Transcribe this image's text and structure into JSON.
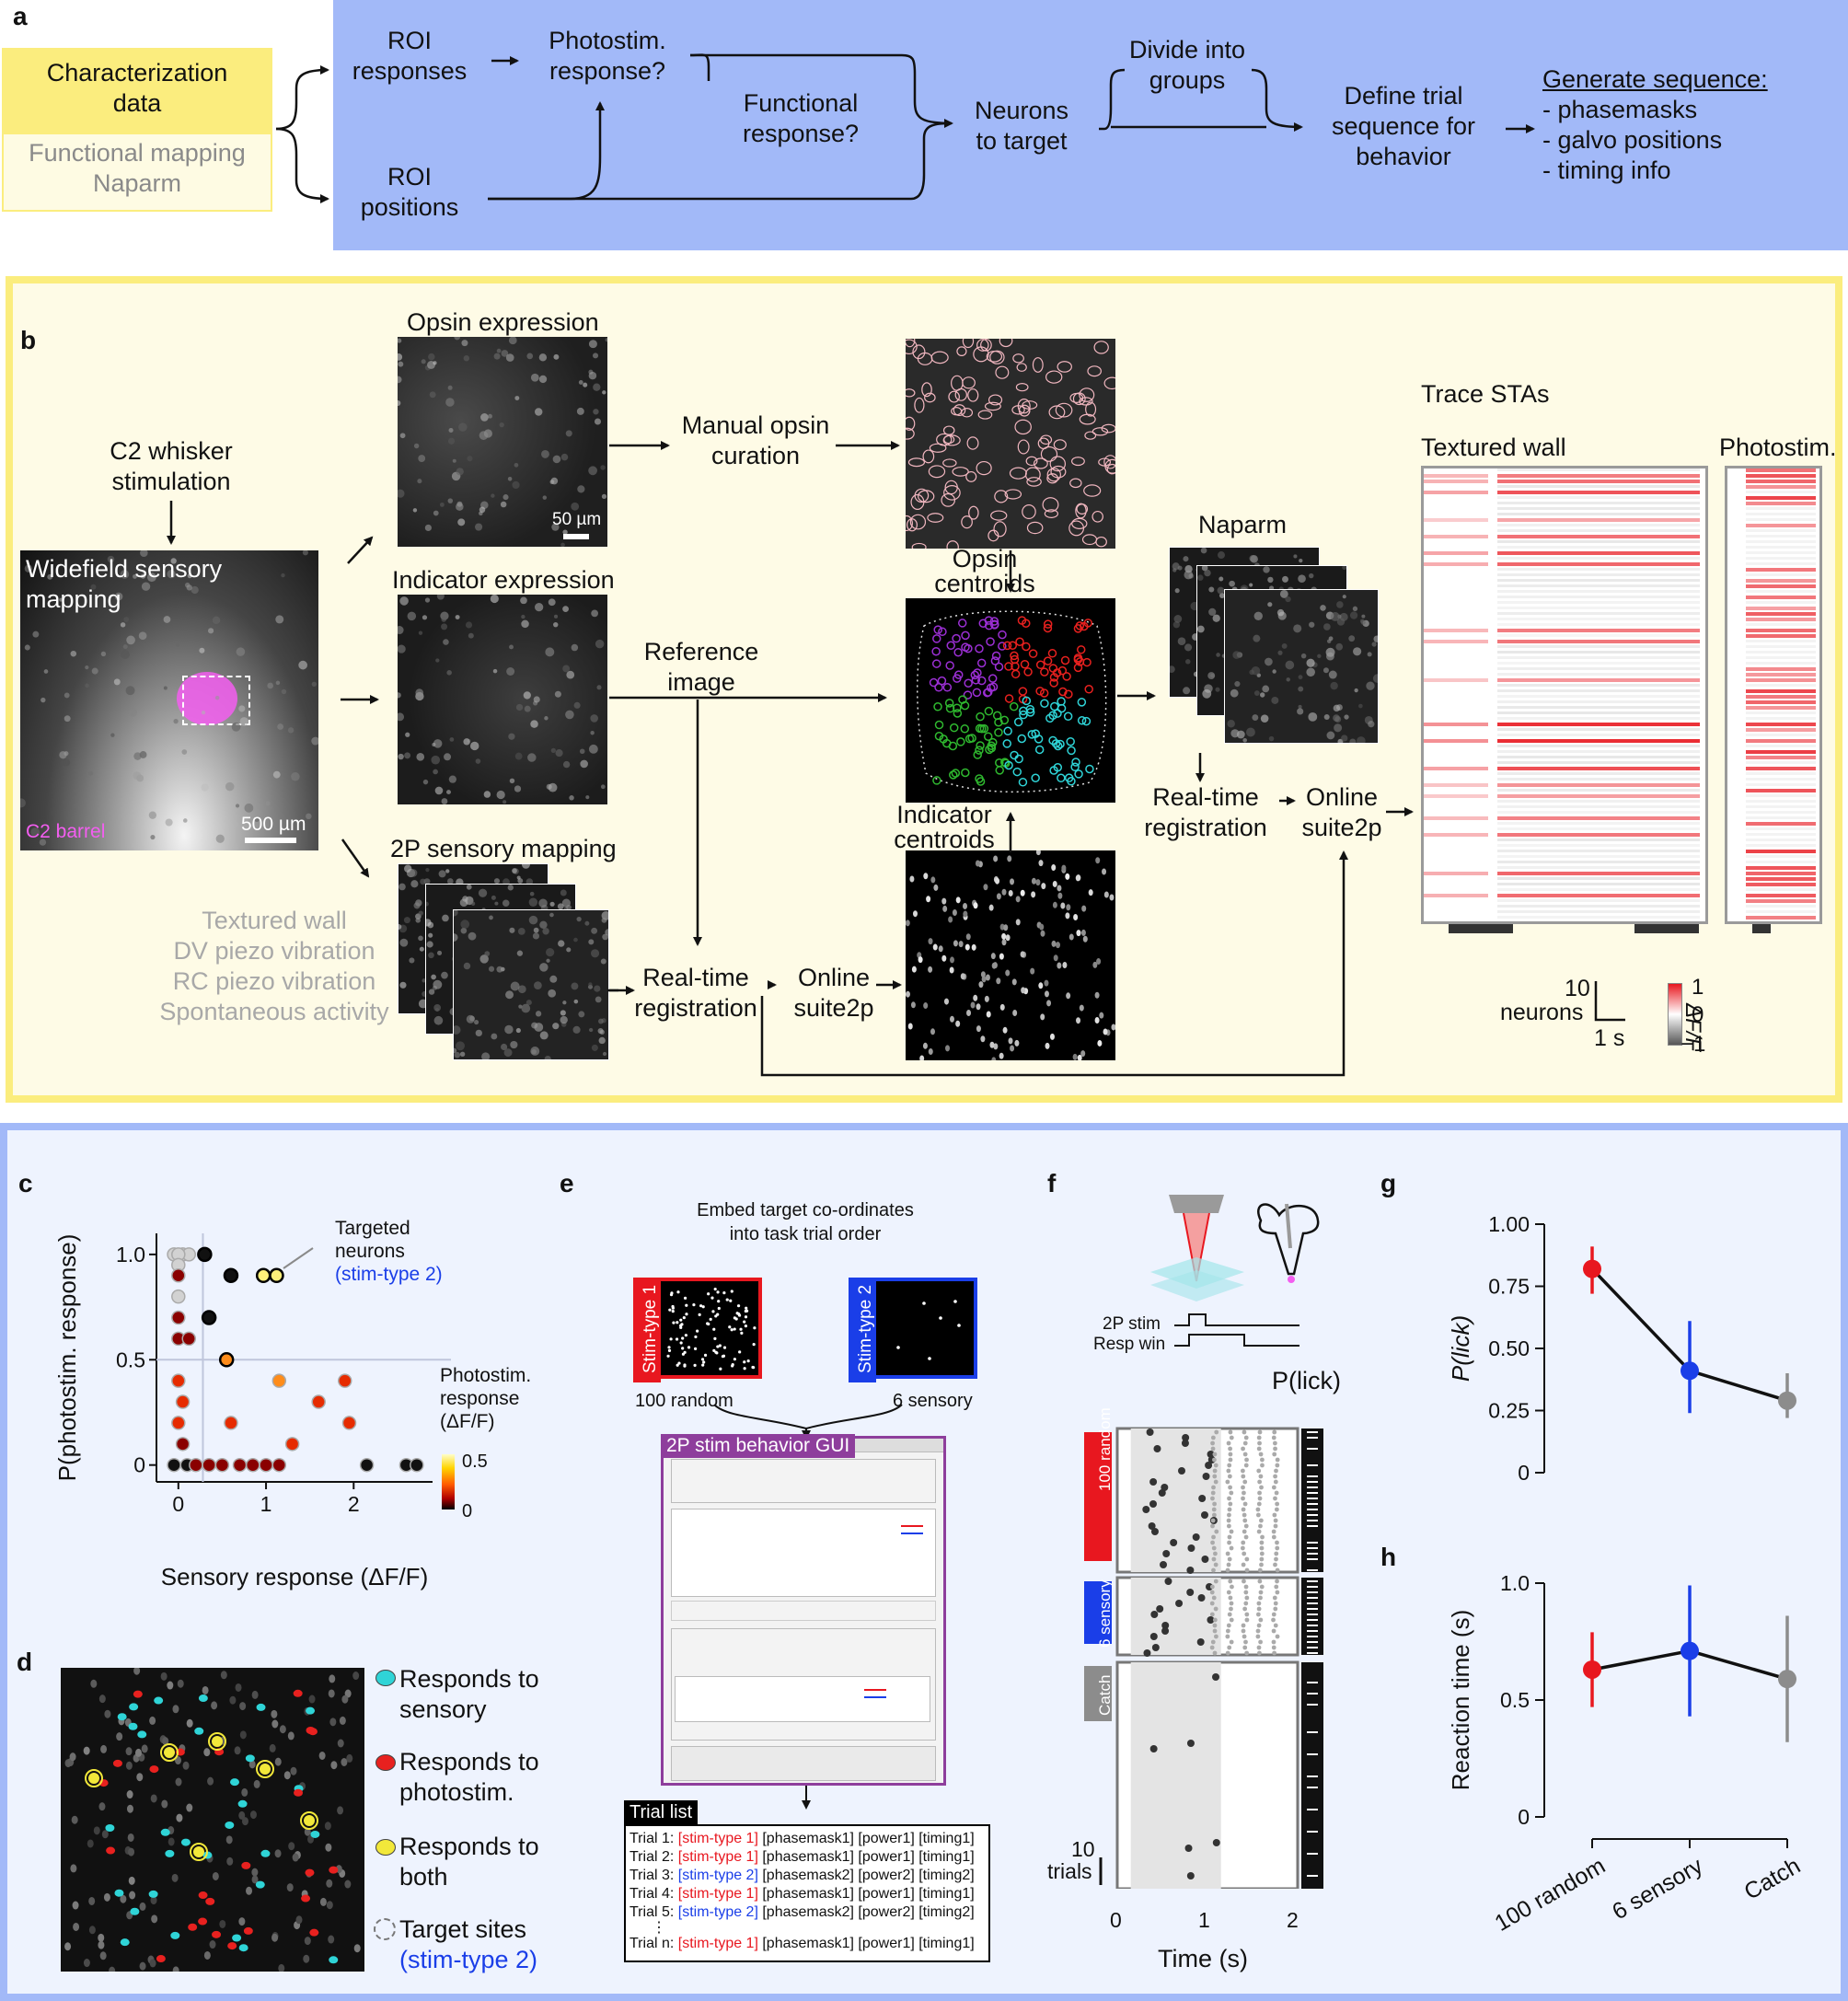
{
  "panel_a": {
    "label": "a",
    "char_data_line1": "Characterization",
    "char_data_line2": "data",
    "sources_line1": "Functional mapping",
    "sources_line2": "Naparm",
    "roi_resp_1": "ROI",
    "roi_resp_2": "responses",
    "roi_pos_1": "ROI",
    "roi_pos_2": "positions",
    "photostim_q_1": "Photostim.",
    "photostim_q_2": "response?",
    "functional_q_1": "Functional",
    "functional_q_2": "response?",
    "neurons_target_1": "Neurons",
    "neurons_target_2": "to target",
    "divide_1": "Divide into",
    "divide_2": "groups",
    "define_1": "Define trial",
    "define_2": "sequence for",
    "define_3": "behavior",
    "gen_title": "Generate sequence:",
    "gen_1": "- phasemasks",
    "gen_2": "- galvo positions",
    "gen_3": "- timing info"
  },
  "panel_b": {
    "label": "b",
    "c2_1": "C2 whisker",
    "c2_2": "stimulation",
    "widefield_1": "Widefield sensory",
    "widefield_2": "mapping",
    "c2_barrel": "C2 barrel",
    "scale_500": "500 µm",
    "opsin_expr": "Opsin expression",
    "scale_50": "50 µm",
    "indicator_expr": "Indicator expression",
    "sensory_2p": "2P sensory mapping",
    "conditions": [
      "Textured wall",
      "DV piezo vibration",
      "RC piezo vibration",
      "Spontaneous activity"
    ],
    "manual_1": "Manual opsin",
    "manual_2": "curation",
    "reference_1": "Reference",
    "reference_2": "image",
    "rt_reg_1": "Real-time",
    "rt_reg_2": "registration",
    "online_1": "Online",
    "online_2": "suite2p",
    "opsin_cent_1": "Opsin",
    "opsin_cent_2": "centroids",
    "ind_cent_1": "Indicator",
    "ind_cent_2": "centroids",
    "naparm": "Naparm",
    "rt_reg2_1": "Real-time",
    "rt_reg2_2": "registration",
    "online2_1": "Online",
    "online2_2": "suite2p",
    "trace_stas": "Trace STAs",
    "textured_wall": "Textured wall",
    "photostim": "Photostim.",
    "scale_10": "10",
    "neurons": "neurons",
    "scale_1s": "1 s",
    "cbar_hi": "1",
    "cbar_mid": "0",
    "cbar_lo": "−1",
    "cbar_label": "ΔF/F"
  },
  "panel_c": {
    "label": "c",
    "annot_1": "Targeted",
    "annot_2": "neurons",
    "annot_3": "(stim-type 2)",
    "legend_1": "Photostim.",
    "legend_2": "response",
    "legend_3": "(ΔF/F)",
    "cbar_hi": "0.5",
    "cbar_lo": "0",
    "chart_data": {
      "type": "scatter",
      "xlabel": "Sensory response (ΔF/F)",
      "ylabel": "P(photostim. response)",
      "xlim": [
        -0.25,
        2.9
      ],
      "ylim": [
        -0.08,
        1.1
      ],
      "xticks": [
        "0",
        "1",
        "2"
      ],
      "yticks": [
        "0",
        "0.5",
        "1.0"
      ],
      "threshold_x": 0.28,
      "threshold_y": 0.5,
      "colorbar_range": [
        0,
        0.5
      ],
      "points": [
        {
          "x": -0.05,
          "y": 1.0,
          "c": 0,
          "t": false
        },
        {
          "x": 0.05,
          "y": 1.0,
          "c": 0,
          "t": false
        },
        {
          "x": 0.12,
          "y": 1.0,
          "c": 0,
          "t": false
        },
        {
          "x": 0.0,
          "y": 1.0,
          "c": 0.02,
          "t": false
        },
        {
          "x": 0.3,
          "y": 1.0,
          "c": 0,
          "t": true
        },
        {
          "x": 0.0,
          "y": 0.95,
          "c": 0.02,
          "t": false
        },
        {
          "x": 0.0,
          "y": 0.9,
          "c": 0.06,
          "t": false
        },
        {
          "x": 0.6,
          "y": 0.9,
          "c": 0,
          "t": true
        },
        {
          "x": 0.97,
          "y": 0.9,
          "c": 0.5,
          "t": true
        },
        {
          "x": 1.12,
          "y": 0.9,
          "c": 0.45,
          "t": true
        },
        {
          "x": 0.0,
          "y": 0.8,
          "c": 0.02,
          "t": false
        },
        {
          "x": 0.35,
          "y": 0.7,
          "c": 0,
          "t": true
        },
        {
          "x": 0.0,
          "y": 0.7,
          "c": 0.05,
          "t": false
        },
        {
          "x": 0.0,
          "y": 0.6,
          "c": 0.06,
          "t": false
        },
        {
          "x": 0.12,
          "y": 0.6,
          "c": 0.06,
          "t": false
        },
        {
          "x": 0.55,
          "y": 0.5,
          "c": 0.3,
          "t": true
        },
        {
          "x": 0.0,
          "y": 0.4,
          "c": 0.2,
          "t": false
        },
        {
          "x": 1.15,
          "y": 0.4,
          "c": 0.28,
          "t": false
        },
        {
          "x": 1.9,
          "y": 0.4,
          "c": 0.25,
          "t": false
        },
        {
          "x": 0.05,
          "y": 0.3,
          "c": 0.22,
          "t": false
        },
        {
          "x": 1.6,
          "y": 0.3,
          "c": 0.2,
          "t": false
        },
        {
          "x": 0.0,
          "y": 0.2,
          "c": 0.22,
          "t": false
        },
        {
          "x": 0.6,
          "y": 0.2,
          "c": 0.25,
          "t": false
        },
        {
          "x": 1.95,
          "y": 0.2,
          "c": 0.22,
          "t": false
        },
        {
          "x": 0.05,
          "y": 0.1,
          "c": 0.08,
          "t": false
        },
        {
          "x": 1.3,
          "y": 0.1,
          "c": 0.15,
          "t": false
        },
        {
          "x": -0.05,
          "y": 0.0,
          "c": 0,
          "t": false
        },
        {
          "x": 0.1,
          "y": 0.0,
          "c": 0.02,
          "t": false
        },
        {
          "x": 0.2,
          "y": 0.0,
          "c": 0.05,
          "t": false
        },
        {
          "x": 0.35,
          "y": 0.0,
          "c": 0.05,
          "t": false
        },
        {
          "x": 0.5,
          "y": 0.0,
          "c": 0.05,
          "t": false
        },
        {
          "x": 0.7,
          "y": 0.0,
          "c": 0.04,
          "t": false
        },
        {
          "x": 0.85,
          "y": 0.0,
          "c": 0.05,
          "t": false
        },
        {
          "x": 1.0,
          "y": 0.0,
          "c": 0.05,
          "t": false
        },
        {
          "x": 1.15,
          "y": 0.0,
          "c": 0.04,
          "t": false
        },
        {
          "x": 2.15,
          "y": 0.0,
          "c": 0,
          "t": false
        },
        {
          "x": 2.6,
          "y": 0.0,
          "c": 0,
          "t": false
        },
        {
          "x": 2.72,
          "y": 0.0,
          "c": 0,
          "t": false
        }
      ]
    }
  },
  "panel_d": {
    "label": "d",
    "leg_1a": "Responds to",
    "leg_1b": "sensory",
    "leg_2a": "Responds to",
    "leg_2b": "photostim.",
    "leg_3a": "Responds to",
    "leg_3b": "both",
    "leg_4a": "Target sites",
    "leg_4b": "(stim-type 2)"
  },
  "panel_e": {
    "label": "e",
    "title_1": "Embed target co-ordinates",
    "title_2": "into task trial order",
    "stim1": "Stim-type 1",
    "stim2": "Stim-type 2",
    "cap1": "100 random",
    "cap2": "6 sensory",
    "gui_title": "2P stim behavior GUI",
    "trial_list_title": "Trial list",
    "trials": [
      {
        "n": "Trial 1:",
        "s": "[stim-type 1]",
        "c": "red",
        "rest": "[phasemask1] [power1] [timing1]"
      },
      {
        "n": "Trial 2:",
        "s": "[stim-type 1]",
        "c": "red",
        "rest": "[phasemask1] [power1] [timing1]"
      },
      {
        "n": "Trial 3:",
        "s": "[stim-type 2]",
        "c": "blue",
        "rest": "[phasemask2] [power2] [timing2]"
      },
      {
        "n": "Trial 4:",
        "s": "[stim-type 1]",
        "c": "red",
        "rest": "[phasemask1] [power1] [timing1]"
      },
      {
        "n": "Trial 5:",
        "s": "[stim-type 2]",
        "c": "blue",
        "rest": "[phasemask2] [power2] [timing2]"
      }
    ],
    "trial_dots": "⋮",
    "trial_last": {
      "n": "Trial n:",
      "s": "[stim-type 1]",
      "c": "red",
      "rest": "[phasemask1] [power1] [timing1]"
    }
  },
  "panel_f": {
    "label": "f",
    "stim_label": "2P stim",
    "resp_label": "Resp win",
    "plick": "P(lick)",
    "group1": "100 random",
    "group2": "6 sensory",
    "group3": "Catch",
    "scale_10": "10",
    "trials": "trials",
    "xlabel": "Time (s)",
    "xticks": [
      "0",
      "1",
      "2"
    ]
  },
  "panel_g": {
    "label": "g",
    "chart_data": {
      "type": "line",
      "categories": [
        "100 random",
        "6 sensory",
        "Catch"
      ],
      "values": [
        0.82,
        0.41,
        0.29
      ],
      "err_low": [
        0.72,
        0.24,
        0.22
      ],
      "err_high": [
        0.91,
        0.61,
        0.4
      ],
      "colors": [
        "#e8171f",
        "#1a3ee8",
        "#8c8c8c"
      ],
      "ylabel": "P(lick)",
      "ylim": [
        0,
        1.0
      ],
      "yticks": [
        "0",
        "0.25",
        "0.50",
        "0.75",
        "1.00"
      ]
    }
  },
  "panel_h": {
    "label": "h",
    "chart_data": {
      "type": "line",
      "categories": [
        "100 random",
        "6 sensory",
        "Catch"
      ],
      "values": [
        0.63,
        0.71,
        0.59
      ],
      "err_low": [
        0.47,
        0.43,
        0.32
      ],
      "err_high": [
        0.79,
        0.99,
        0.86
      ],
      "colors": [
        "#e8171f",
        "#1a3ee8",
        "#8c8c8c"
      ],
      "ylabel": "Reaction time (s)",
      "ylim": [
        0,
        1.0
      ],
      "yticks": [
        "0",
        "0.5",
        "1.0"
      ]
    }
  },
  "colors": {
    "blue_panel": "#a2b9f8",
    "yellow_box": "#fbed7e",
    "light_yellow": "#fefbe3",
    "panel_b_border": "#fbed7e",
    "panel_b_bg": "#fefbe6",
    "lower_border": "#a2b9f8",
    "lower_bg": "#eef3fe"
  }
}
